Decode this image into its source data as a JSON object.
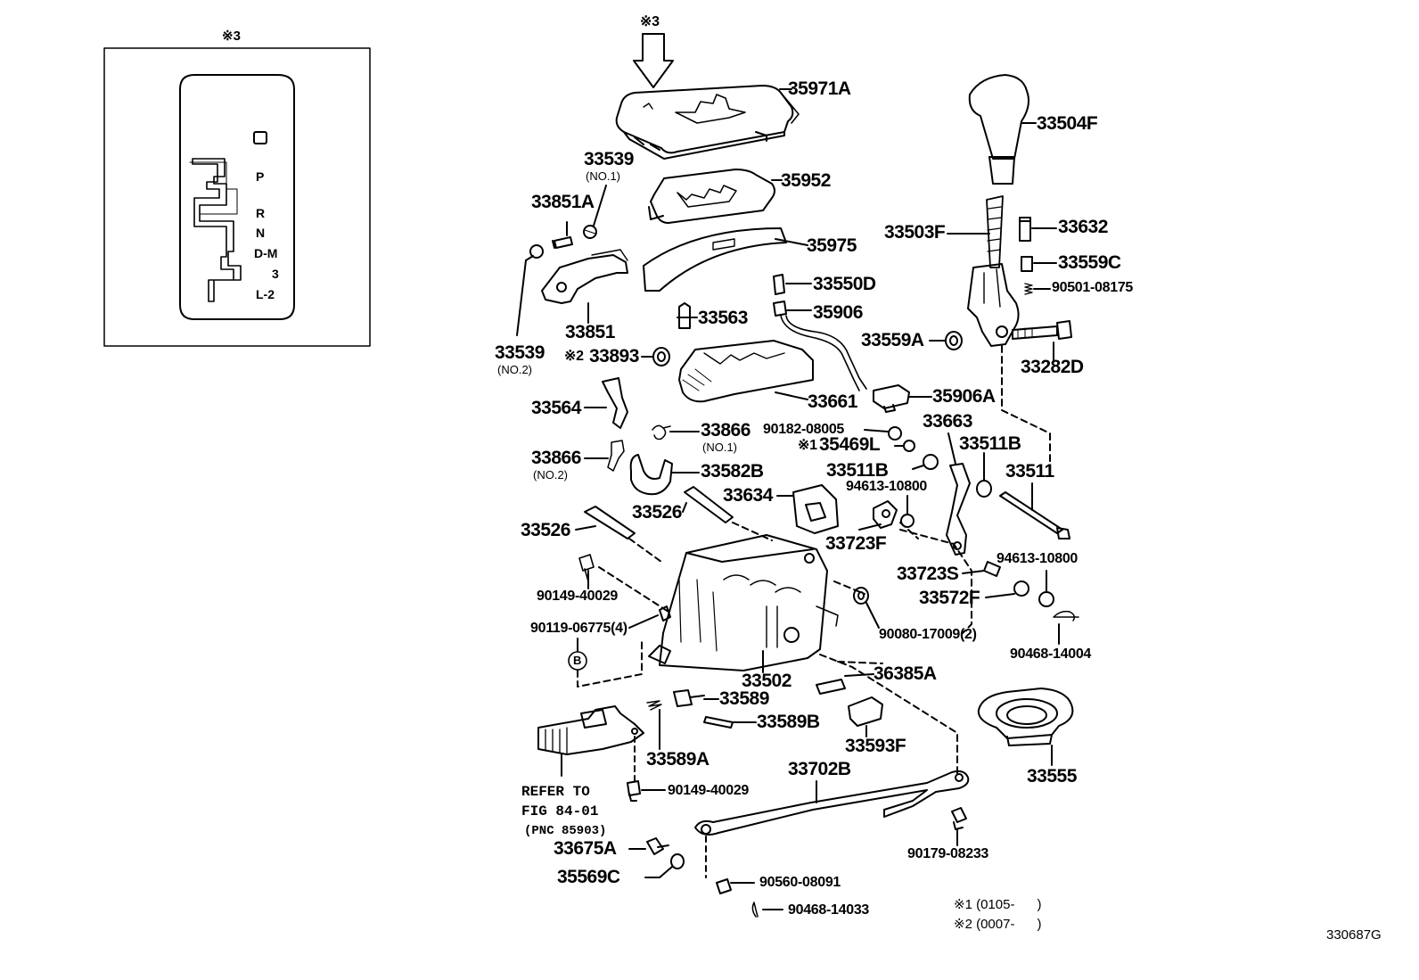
{
  "inset": {
    "marker": "※3",
    "gate_positions": [
      "P",
      "R",
      "N",
      "D-M",
      "3",
      "L-2"
    ]
  },
  "labels": {
    "top_marker": "※3",
    "p35971A": "35971A",
    "p33504F": "33504F",
    "p33539_1": "33539",
    "no1_a": "(NO.1)",
    "p35952": "35952",
    "p33851A": "33851A",
    "p33503F": "33503F",
    "p33632": "33632",
    "p35975": "35975",
    "p33559C": "33559C",
    "p90501": "90501-08175",
    "p33550D": "33550D",
    "p33851": "33851",
    "p33563": "33563",
    "p35906": "35906",
    "p33539_2": "33539",
    "no2_a": "(NO.2)",
    "p33559A": "33559A",
    "p33282D": "33282D",
    "mark2": "※2",
    "p33893": "33893",
    "p33661": "33661",
    "p35906A": "35906A",
    "p33564": "33564",
    "p33866_1": "33866",
    "no1_b": "(NO.1)",
    "p90182": "90182-08005",
    "p33663": "33663",
    "mark1": "※1",
    "p35469L": "35469L",
    "p33511B_1": "33511B",
    "p33866_2": "33866",
    "no2_b": "(NO.2)",
    "p33582B": "33582B",
    "p33511B_2": "33511B",
    "p33511": "33511",
    "p94613_1": "94613-10800",
    "p33634": "33634",
    "p33526_1": "33526",
    "p33526_2": "33526",
    "p33723F": "33723F",
    "p94613_2": "94613-10800",
    "p33723S": "33723S",
    "p90149_1": "90149-40029",
    "p33572F": "33572F",
    "p90119": "90119-06775(4)",
    "p90080": "90080-17009(2)",
    "p90468_1": "90468-14004",
    "circle_b": "B",
    "p33502": "33502",
    "p36385A": "36385A",
    "p33589": "33589",
    "p33589B": "33589B",
    "p33593F": "33593F",
    "p33589A": "33589A",
    "p33555": "33555",
    "p33702B": "33702B",
    "refer1": "REFER TO",
    "refer2": "FIG 84-01",
    "refer3": "(PNC 85903)",
    "p90149_2": "90149-40029",
    "p90179": "90179-08233",
    "p33675A": "33675A",
    "p35569C": "35569C",
    "p90560": "90560-08091",
    "p90468_2": "90468-14033",
    "note1": "※1 (0105-      )",
    "note2": "※2 (0007-      )",
    "figure_id": "330687G"
  }
}
